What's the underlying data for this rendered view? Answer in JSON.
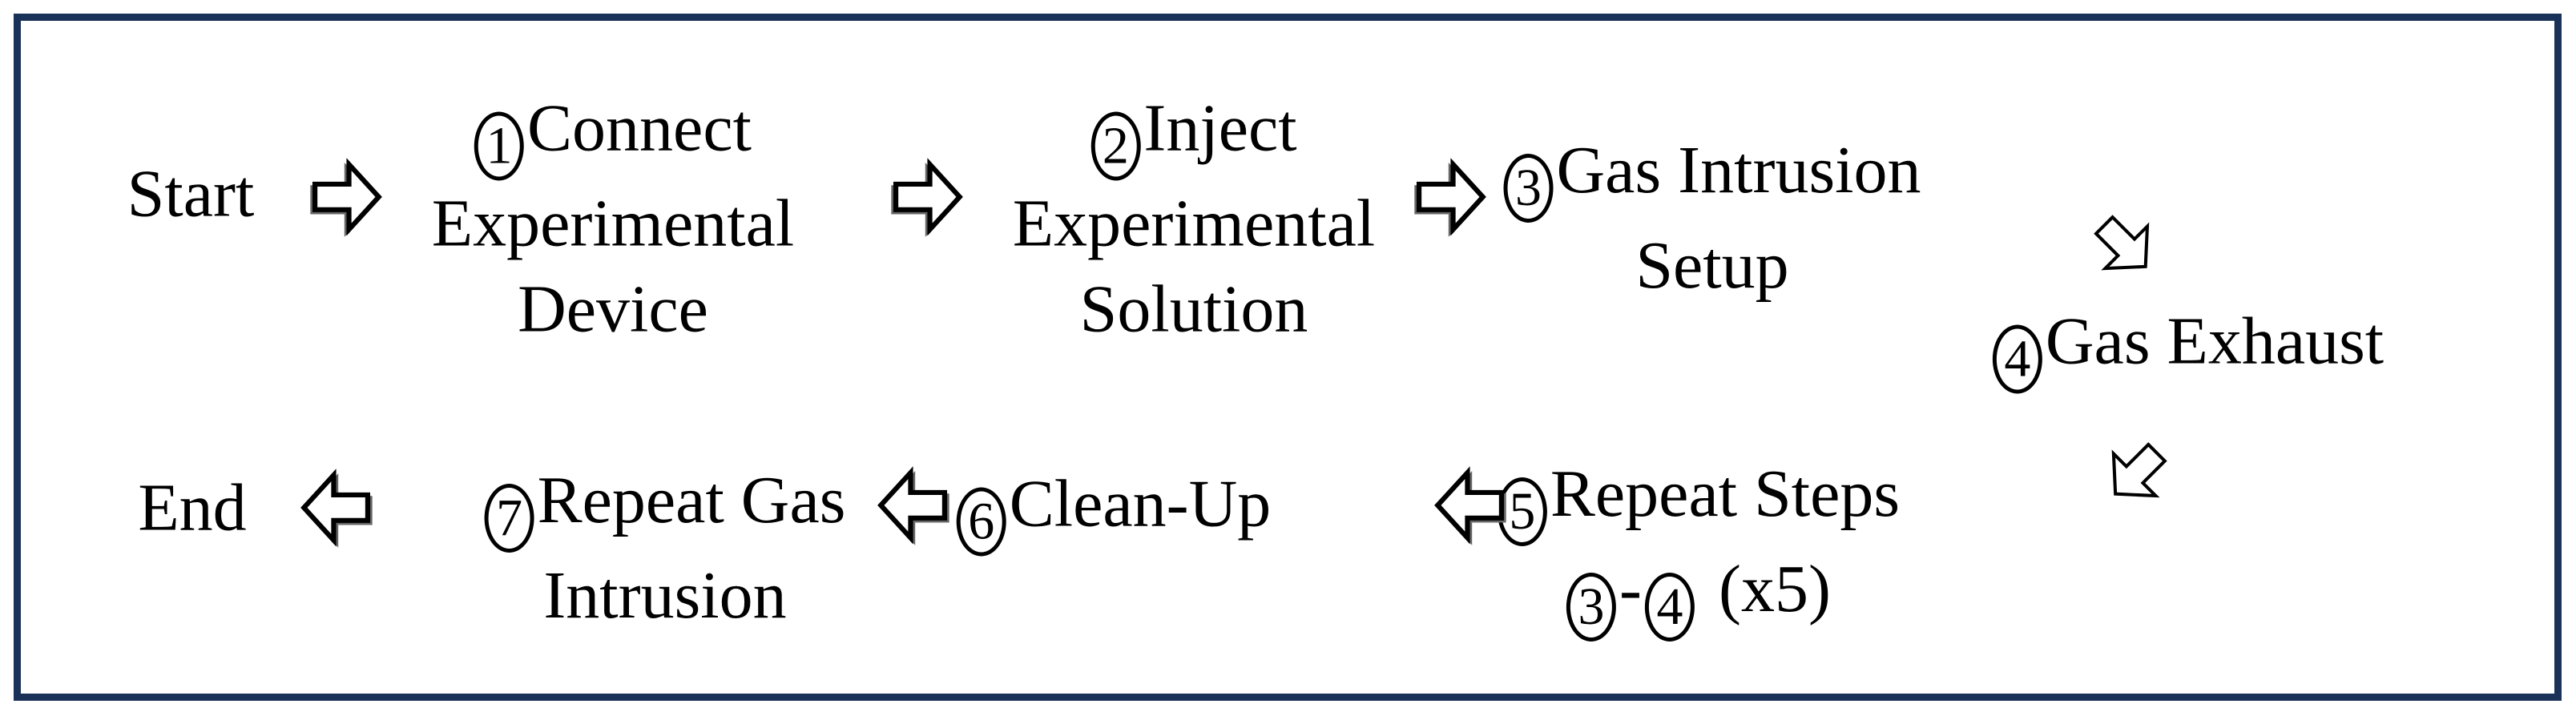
{
  "figure": {
    "type": "flowchart",
    "background_color": "#ffffff",
    "border_color": "#1a3258",
    "text_color": "#000000"
  },
  "flow": {
    "start_label": "Start",
    "end_label": "End",
    "steps": [
      {
        "num": "1",
        "line1": "Connect",
        "line2": "Experimental",
        "line3": "Device"
      },
      {
        "num": "2",
        "line1": "Inject",
        "line2": "Experimental",
        "line3": "Solution"
      },
      {
        "num": "3",
        "line1": "Gas Intrusion",
        "line2": "Setup"
      },
      {
        "num": "4",
        "line1": "Gas Exhaust"
      },
      {
        "num": "5",
        "line1": "Repeat Steps",
        "ref_start": "3",
        "sep": "-",
        "ref_end": "4",
        "times": "(x5)"
      },
      {
        "num": "6",
        "line1": "Clean-Up"
      },
      {
        "num": "7",
        "line1": "Repeat Gas",
        "line2": "Intrusion"
      }
    ],
    "arrows": [
      {
        "name": "arrow-start-to-1",
        "direction": "right"
      },
      {
        "name": "arrow-1-to-2",
        "direction": "right"
      },
      {
        "name": "arrow-2-to-3",
        "direction": "right"
      },
      {
        "name": "arrow-3-to-4",
        "direction": "down-right"
      },
      {
        "name": "arrow-4-to-5",
        "direction": "down-left"
      },
      {
        "name": "arrow-5-to-6",
        "direction": "left"
      },
      {
        "name": "arrow-6-to-7",
        "direction": "left"
      },
      {
        "name": "arrow-7-to-end",
        "direction": "left"
      }
    ]
  }
}
